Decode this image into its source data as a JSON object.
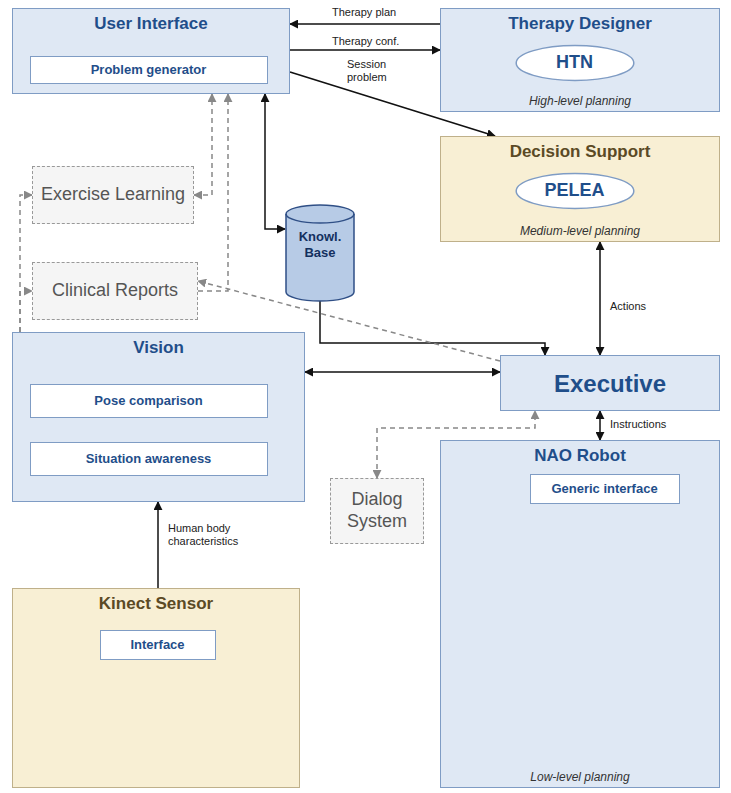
{
  "diagram": {
    "nodes": [
      {
        "text": [
          "User Interface"
        ]
      },
      {
        "text": [
          "Problem generator"
        ],
        "in": 0
      },
      {
        "text": [
          "Therapy Designer",
          "High-level planning"
        ]
      },
      {
        "text": [
          "HTN"
        ],
        "in": 2
      },
      {
        "text": [
          "Exercise Learning"
        ]
      },
      {
        "text": [
          "Knowl. Base"
        ]
      },
      {
        "text": [
          "Decision Support",
          "Medium-level planning"
        ]
      },
      {
        "text": [
          "PELEA"
        ],
        "in": 6
      },
      {
        "text": [
          "Clinical Reports"
        ]
      },
      {
        "text": [
          "Vision"
        ]
      },
      {
        "text": [
          "Pose comparison"
        ],
        "in": 9
      },
      {
        "text": [
          "Situation awareness"
        ],
        "in": 9
      },
      {
        "text": [
          "Executive"
        ]
      },
      {
        "text": [
          "Dialog System"
        ]
      },
      {
        "text": [
          "NAO Robot",
          "Low-level planning"
        ]
      },
      {
        "text": [
          "Generic interface"
        ],
        "in": 14
      },
      {
        "text": [
          "Kinect Sensor"
        ]
      },
      {
        "text": [
          "Interface"
        ],
        "in": 16
      }
    ],
    "edges": [
      {
        "from": 2,
        "to": 0,
        "label": "Therapy plan",
        "arrow": "to"
      },
      {
        "from": 0,
        "to": 2,
        "label": "Therapy conf.",
        "arrow": "to"
      },
      {
        "from": 0,
        "to": 6,
        "label": "Session problem",
        "arrow": "to"
      },
      {
        "from": 0,
        "to": 5,
        "arrow": "both"
      },
      {
        "from": 5,
        "to": 12,
        "arrow": "to"
      },
      {
        "from": 6,
        "to": 12,
        "label": "Actions",
        "arrow": "both"
      },
      {
        "from": 12,
        "to": 14,
        "label": "Instructions",
        "arrow": "both"
      },
      {
        "from": 9,
        "to": 12,
        "arrow": "both"
      },
      {
        "from": 16,
        "to": 9,
        "label": "Human body characteristics",
        "arrow": "to"
      },
      {
        "from": 13,
        "to": 12,
        "arrow": "both"
      },
      {
        "from": 12,
        "to": 8,
        "arrow": "to"
      },
      {
        "from": 9,
        "to": 4,
        "arrow": "to"
      },
      {
        "from": 9,
        "to": 8,
        "arrow": "to"
      },
      {
        "from": 4,
        "to": 0,
        "arrow": "both"
      },
      {
        "from": 8,
        "to": 0,
        "arrow": "to"
      }
    ]
  }
}
